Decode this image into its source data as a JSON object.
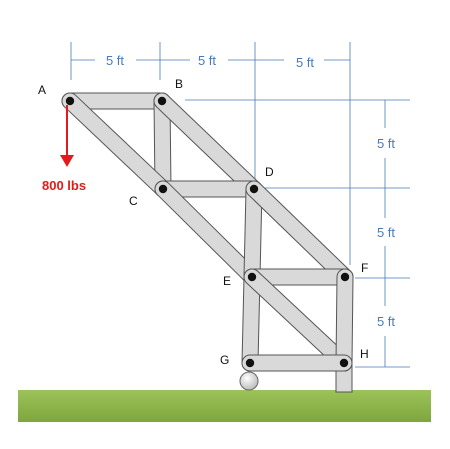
{
  "colors": {
    "member_fill": "#d9d9d9",
    "member_edge": "#555555",
    "dimension": "#4a7ab8",
    "load": "#e41a1a",
    "ground": "#8db24a",
    "pin": "#111111"
  },
  "nodes": [
    {
      "id": "A",
      "label": "A"
    },
    {
      "id": "B",
      "label": "B"
    },
    {
      "id": "C",
      "label": "C"
    },
    {
      "id": "D",
      "label": "D"
    },
    {
      "id": "E",
      "label": "E"
    },
    {
      "id": "F",
      "label": "F"
    },
    {
      "id": "G",
      "label": "G"
    },
    {
      "id": "H",
      "label": "H"
    }
  ],
  "members": [
    [
      "A",
      "B"
    ],
    [
      "B",
      "C"
    ],
    [
      "A",
      "C"
    ],
    [
      "B",
      "D"
    ],
    [
      "C",
      "D"
    ],
    [
      "C",
      "E"
    ],
    [
      "D",
      "E"
    ],
    [
      "D",
      "F"
    ],
    [
      "E",
      "F"
    ],
    [
      "E",
      "G"
    ],
    [
      "E",
      "H"
    ],
    [
      "F",
      "H"
    ],
    [
      "G",
      "H"
    ]
  ],
  "dimensions": {
    "horizontal": [
      "5 ft",
      "5 ft",
      "5 ft"
    ],
    "vertical": [
      "5 ft",
      "5 ft",
      "5 ft"
    ]
  },
  "load": {
    "label": "800 lbs",
    "node": "A",
    "direction": "down"
  },
  "supports": {
    "G": "roller",
    "H": "post"
  }
}
